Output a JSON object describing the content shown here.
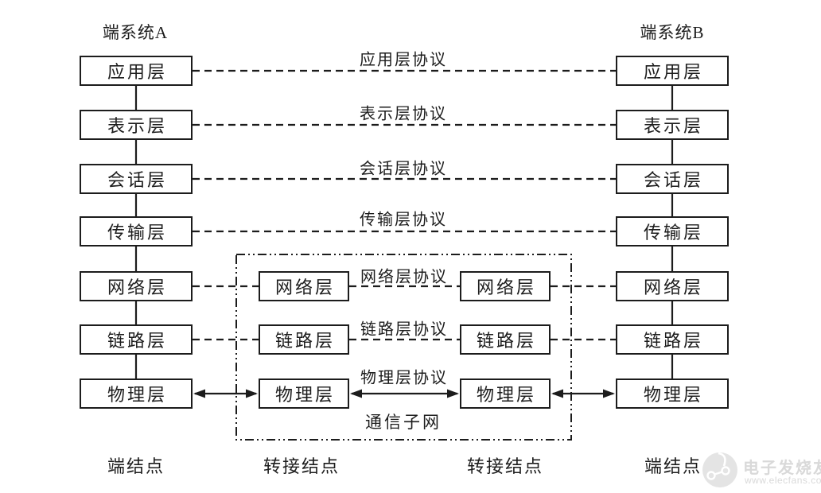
{
  "colors": {
    "line": "#1c1c1c",
    "box_bg": "#ffffff",
    "page_bg": "#ffffff",
    "watermark": "#d9d9d9",
    "watermark_disc": "#e4e4e4"
  },
  "titles": {
    "system_a": "端系统A",
    "system_b": "端系统B"
  },
  "end_a_layers": [
    "应用层",
    "表示层",
    "会话层",
    "传输层",
    "网络层",
    "链路层",
    "物理层"
  ],
  "end_b_layers": [
    "应用层",
    "表示层",
    "会话层",
    "传输层",
    "网络层",
    "链路层",
    "物理层"
  ],
  "relay1_layers": [
    "网络层",
    "链路层",
    "物理层"
  ],
  "relay2_layers": [
    "网络层",
    "链路层",
    "物理层"
  ],
  "protocols": [
    "应用层协议",
    "表示层协议",
    "会话层协议",
    "传输层协议",
    "网络层协议",
    "链路层协议",
    "物理层协议"
  ],
  "subnet_label": "通信子网",
  "node_labels": [
    "端结点",
    "转接结点",
    "转接结点",
    "端结点"
  ],
  "watermark": {
    "brand": "电子发烧友",
    "site": "www.elecfans.com"
  }
}
